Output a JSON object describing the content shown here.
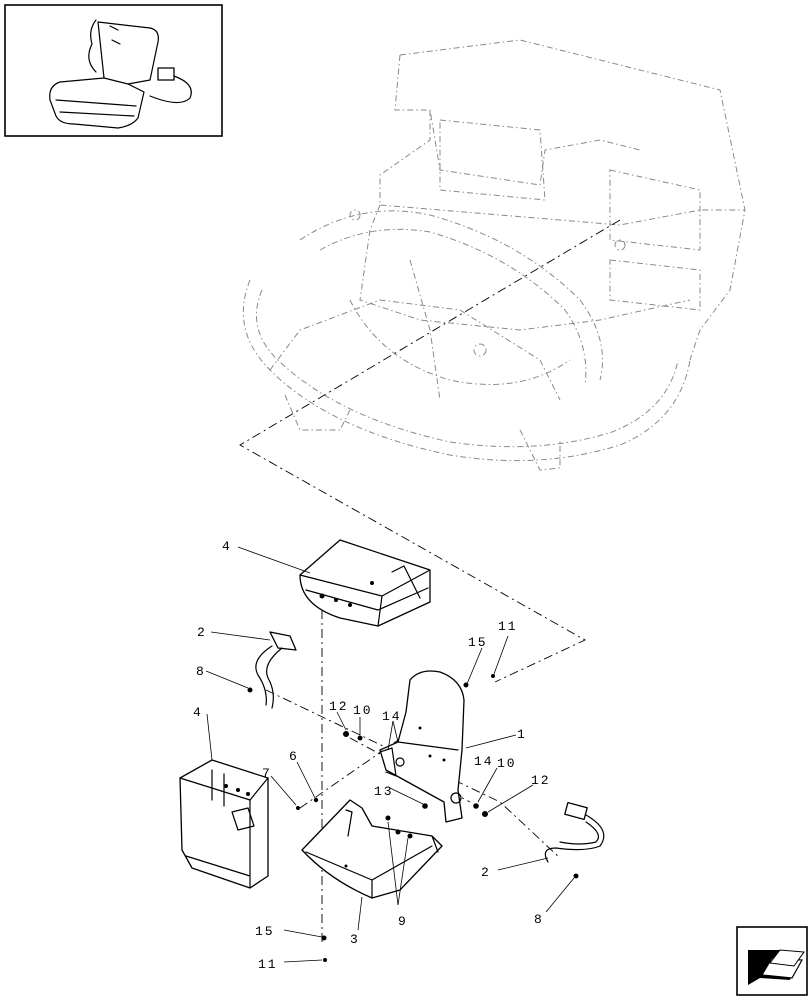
{
  "callouts": {
    "c1": "1",
    "c2a": "2",
    "c2b": "2",
    "c3": "3",
    "c4a": "4",
    "c4b": "4",
    "c6": "6",
    "c7": "7",
    "c8a": "8",
    "c8b": "8",
    "c9": "9",
    "c10a": "10",
    "c10b": "10",
    "c11a": "11",
    "c11b": "11",
    "c12a": "12",
    "c12b": "12",
    "c13": "13",
    "c14a": "14",
    "c14b": "14",
    "c15a": "15",
    "c15b": "15"
  },
  "icons": {
    "thumbnail": "folded-seat-thumbnail",
    "nav": "previous-page-arrow-icon"
  }
}
